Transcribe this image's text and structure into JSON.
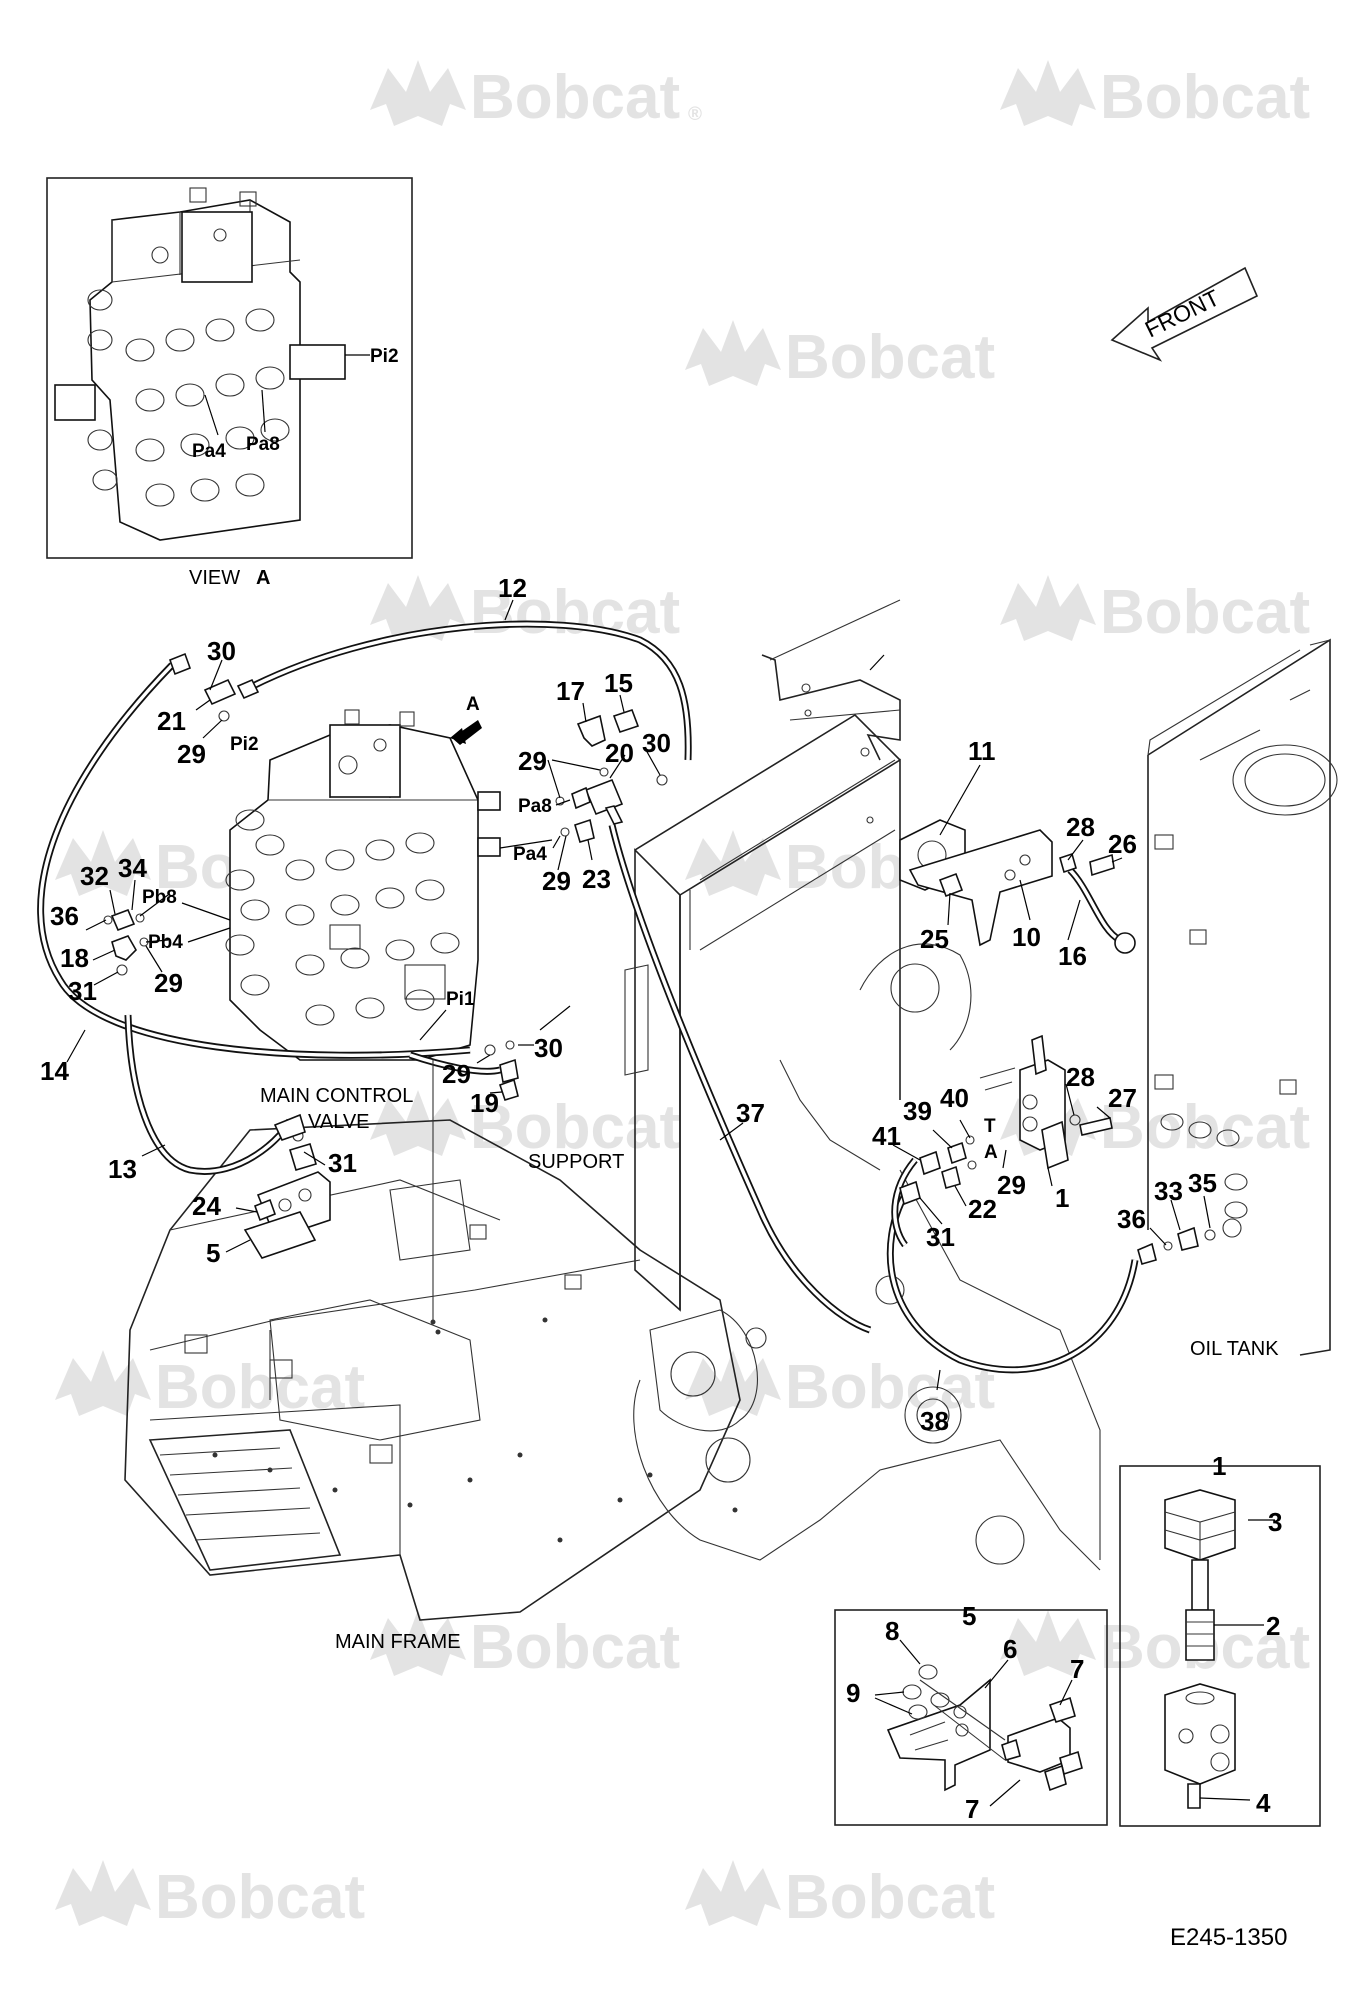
{
  "watermark": {
    "brand": "Bobcat",
    "registered_mark": "®"
  },
  "view_a": {
    "caption_prefix": "VIEW",
    "caption_letter": "A",
    "labels": [
      "Pi2",
      "Pa4",
      "Pa8"
    ]
  },
  "front_arrow": {
    "label": "FRONT"
  },
  "view_marker": {
    "letter": "A"
  },
  "captions": {
    "main_control_valve_line1": "MAIN CONTROL",
    "main_control_valve_line2": "VALVE",
    "support": "SUPPORT",
    "oil_tank": "OIL TANK",
    "main_frame": "MAIN FRAME"
  },
  "port_labels": [
    "Pi2",
    "Pa8",
    "Pa4",
    "Pb8",
    "Pb4",
    "Pi1",
    "T",
    "A"
  ],
  "callouts": [
    "12",
    "30",
    "21",
    "29",
    "17",
    "15",
    "29",
    "20",
    "30",
    "23",
    "29",
    "11",
    "28",
    "26",
    "25",
    "10",
    "16",
    "32",
    "34",
    "36",
    "18",
    "31",
    "29",
    "14",
    "29",
    "30",
    "19",
    "28",
    "27",
    "39",
    "40",
    "41",
    "29",
    "22",
    "1",
    "31",
    "37",
    "13",
    "31",
    "24",
    "5",
    "33",
    "35",
    "36",
    "38"
  ],
  "detail_5": {
    "title": "5",
    "callouts": [
      "8",
      "6",
      "7",
      "9",
      "7"
    ]
  },
  "detail_1": {
    "title": "1",
    "callouts": [
      "3",
      "2",
      "4"
    ]
  },
  "drawing_number": "E245-1350",
  "colors": {
    "line": "#111111",
    "watermark": "#e3e3e3",
    "background": "#ffffff"
  }
}
